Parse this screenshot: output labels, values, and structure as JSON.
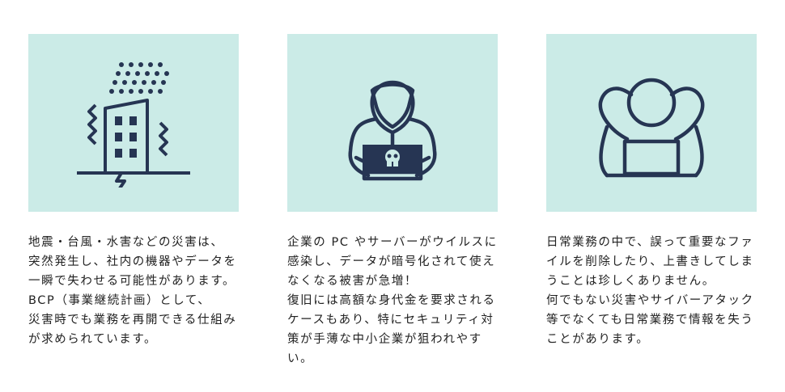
{
  "colors": {
    "panel": "#cbebe7",
    "icon": "#263553"
  },
  "cards": [
    {
      "icon": "disaster-building-icon",
      "lines": [
        "地震・台風・水害などの災害は、",
        "突然発生し、社内の機器やデータを",
        "一瞬で失わせる可能性があります。",
        "BCP（事業継続計画）として、",
        "災害時でも業務を再開できる仕組み",
        "が求められています。"
      ]
    },
    {
      "icon": "hacker-laptop-icon",
      "lines": [
        "企業の PC やサーバーがウイルスに",
        "感染し、データが暗号化されて使え",
        "なくなる被害が急増！",
        "復旧には高額な身代金を要求される",
        "ケースもあり、特にセキュリティ対",
        "策が手薄な中小企業が狙われやす",
        "い。"
      ]
    },
    {
      "icon": "frustrated-person-laptop-icon",
      "lines": [
        "日常業務の中で、誤って重要なファ",
        "イルを削除したり、上書きしてしま",
        "うことは珍しくありません。",
        "何でもない災害やサイバーアタック",
        "等でなくても日常業務で情報を失う",
        "ことがあります。"
      ]
    }
  ]
}
